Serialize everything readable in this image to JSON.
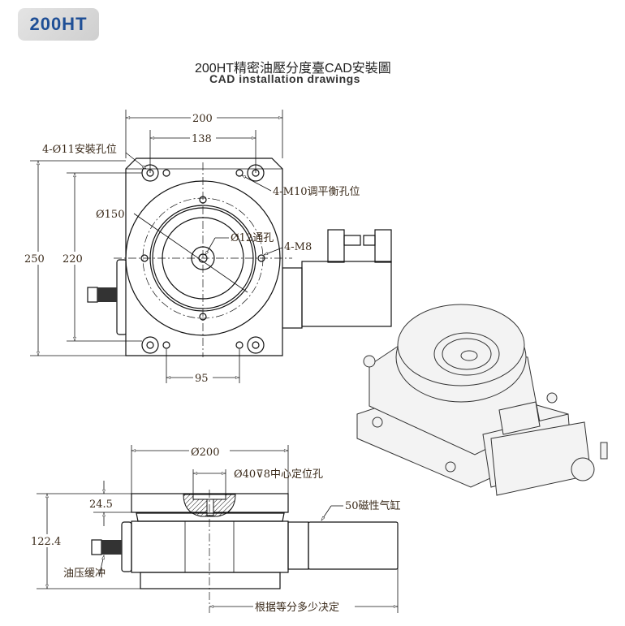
{
  "badge": "200HT",
  "title": "200HT精密油壓分度臺CAD安裝圖",
  "subtitle": "CAD installation drawings",
  "top_view": {
    "dim_width": "200",
    "dim_hole_spacing": "138",
    "dim_height": "250",
    "dim_hole_height": "220",
    "dim_diameter": "Ø150",
    "dim_bottom": "95",
    "label_mount_holes": "4-Ø11安裝孔位",
    "label_balance_holes": "4-M10调平衡孔位",
    "label_through_hole": "Ø12通孔",
    "label_m8": "4-M8"
  },
  "side_view": {
    "dim_diameter": "Ø200",
    "label_center_hole": "Ø40⊽8中心定位孔",
    "dim_plate": "24.5",
    "dim_total_height": "122.4",
    "label_cylinder": "50磁性气缸",
    "label_buffer": "油压缓冲",
    "label_length": "根据等分多少决定"
  }
}
